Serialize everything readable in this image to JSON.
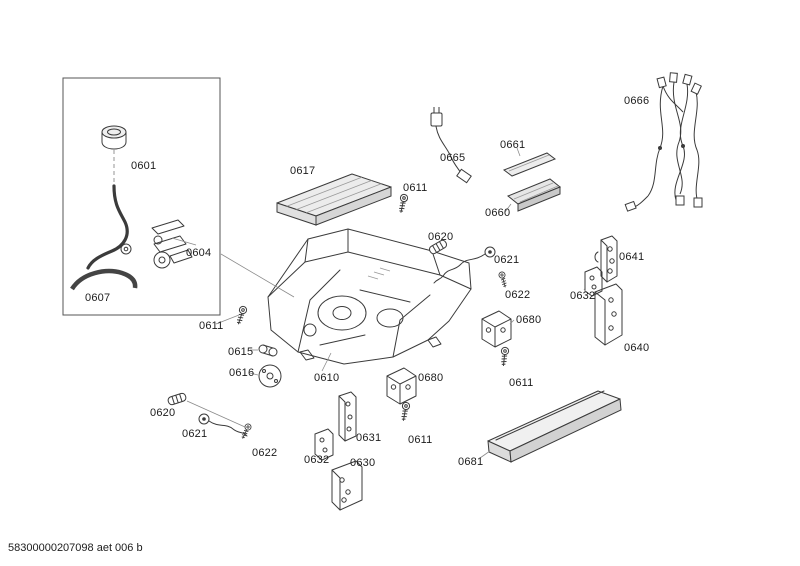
{
  "document": {
    "footer_id": "58300000207098 aet 006 b"
  },
  "labels": {
    "l0601": "0601",
    "l0604": "0604",
    "l0607": "0607",
    "l0610": "0610",
    "l0611_top": "0611",
    "l0611_left": "0611",
    "l0611_right": "0611",
    "l0611_bottom": "0611",
    "l0615": "0615",
    "l0616": "0616",
    "l0617": "0617",
    "l0620_top": "0620",
    "l0620_left": "0620",
    "l0621_right": "0621",
    "l0621_left": "0621",
    "l0622_right": "0622",
    "l0622_bottom": "0622",
    "l0630": "0630",
    "l0631": "0631",
    "l0632_right": "0632",
    "l0632_bottom": "0632",
    "l0640": "0640",
    "l0641": "0641",
    "l0660": "0660",
    "l0661": "0661",
    "l0665": "0665",
    "l0666": "0666",
    "l0680_right": "0680",
    "l0680_bottom": "0680",
    "l0681": "0681"
  }
}
